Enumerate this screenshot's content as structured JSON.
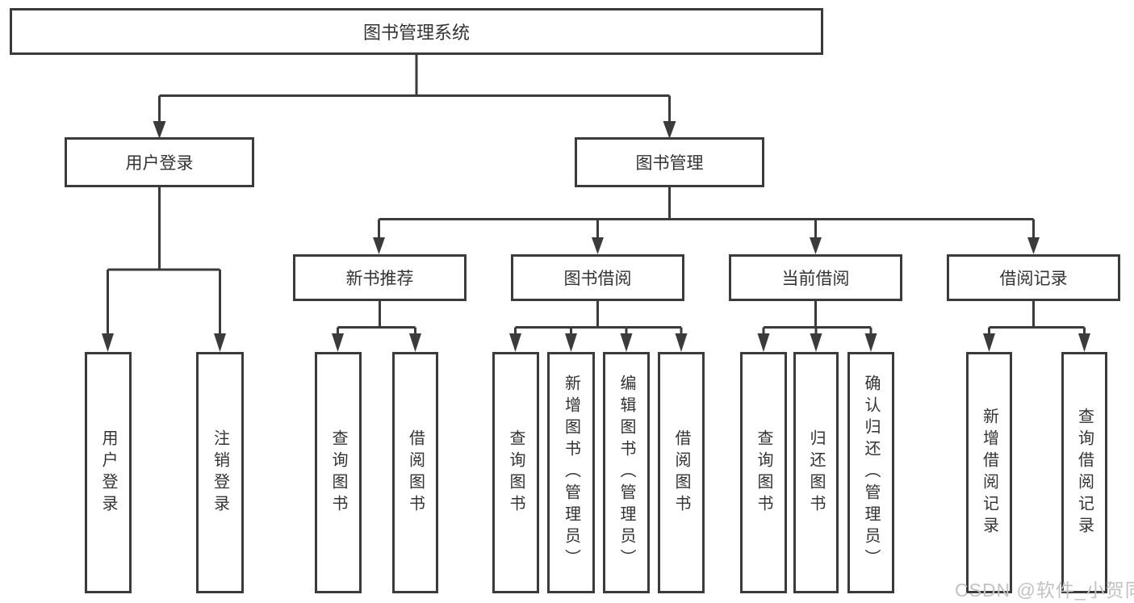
{
  "root": {
    "label": "图书管理系统"
  },
  "branches": [
    {
      "label": "用户登录",
      "children": [
        {
          "label": "用户登录"
        },
        {
          "label": "注销登录"
        }
      ]
    },
    {
      "label": "图书管理",
      "children": [
        {
          "label": "新书推荐",
          "children": [
            {
              "label": "查询图书"
            },
            {
              "label": "借阅图书"
            }
          ]
        },
        {
          "label": "图书借阅",
          "children": [
            {
              "label": "查询图书"
            },
            {
              "label": "新增图书（管理员）"
            },
            {
              "label": "编辑图书（管理员）"
            },
            {
              "label": "借阅图书"
            }
          ]
        },
        {
          "label": "当前借阅",
          "children": [
            {
              "label": "查询图书"
            },
            {
              "label": "归还图书"
            },
            {
              "label": "确认归还（管理员）"
            }
          ]
        },
        {
          "label": "借阅记录",
          "children": [
            {
              "label": "新增借阅记录"
            },
            {
              "label": "查询借阅记录"
            }
          ]
        }
      ]
    }
  ],
  "watermark": {
    "text": "CSDN @软件_小贺同学"
  },
  "colors": {
    "line": "#3b3b3b",
    "text": "#333333",
    "box_background": "#ffffff",
    "background": "#ffffff",
    "watermark": "#c2c2c2"
  }
}
